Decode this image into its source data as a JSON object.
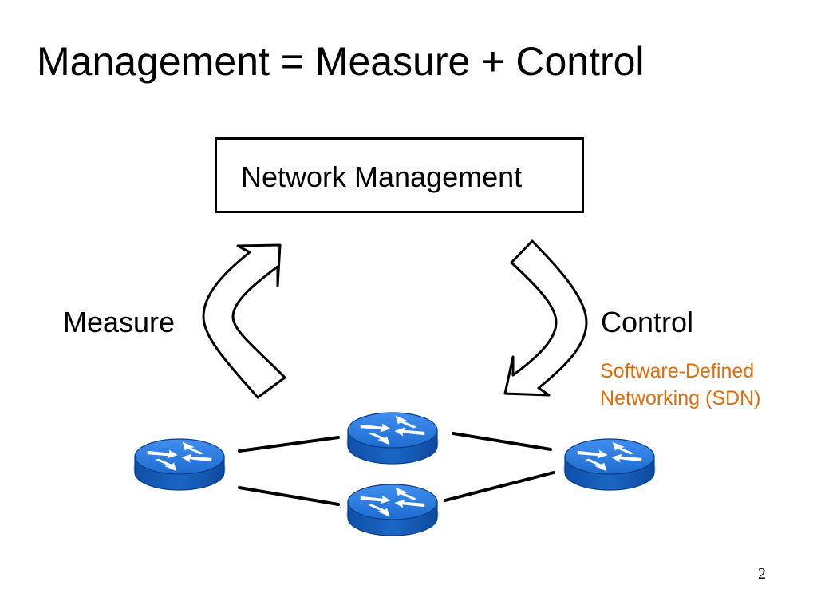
{
  "slide": {
    "title": "Management = Measure + Control",
    "page_number": "2"
  },
  "diagram": {
    "box_label": "Network Management",
    "measure_label": "Measure",
    "control_label": "Control",
    "sdn_line1": "Software-Defined",
    "sdn_line2": "Networking (SDN)",
    "annotation_color": "#e36c09",
    "router_color": "#1f6fd0",
    "router_icon": "router-icon",
    "arrow_icons": [
      "curved-up-arrow-icon",
      "curved-down-arrow-icon"
    ]
  }
}
